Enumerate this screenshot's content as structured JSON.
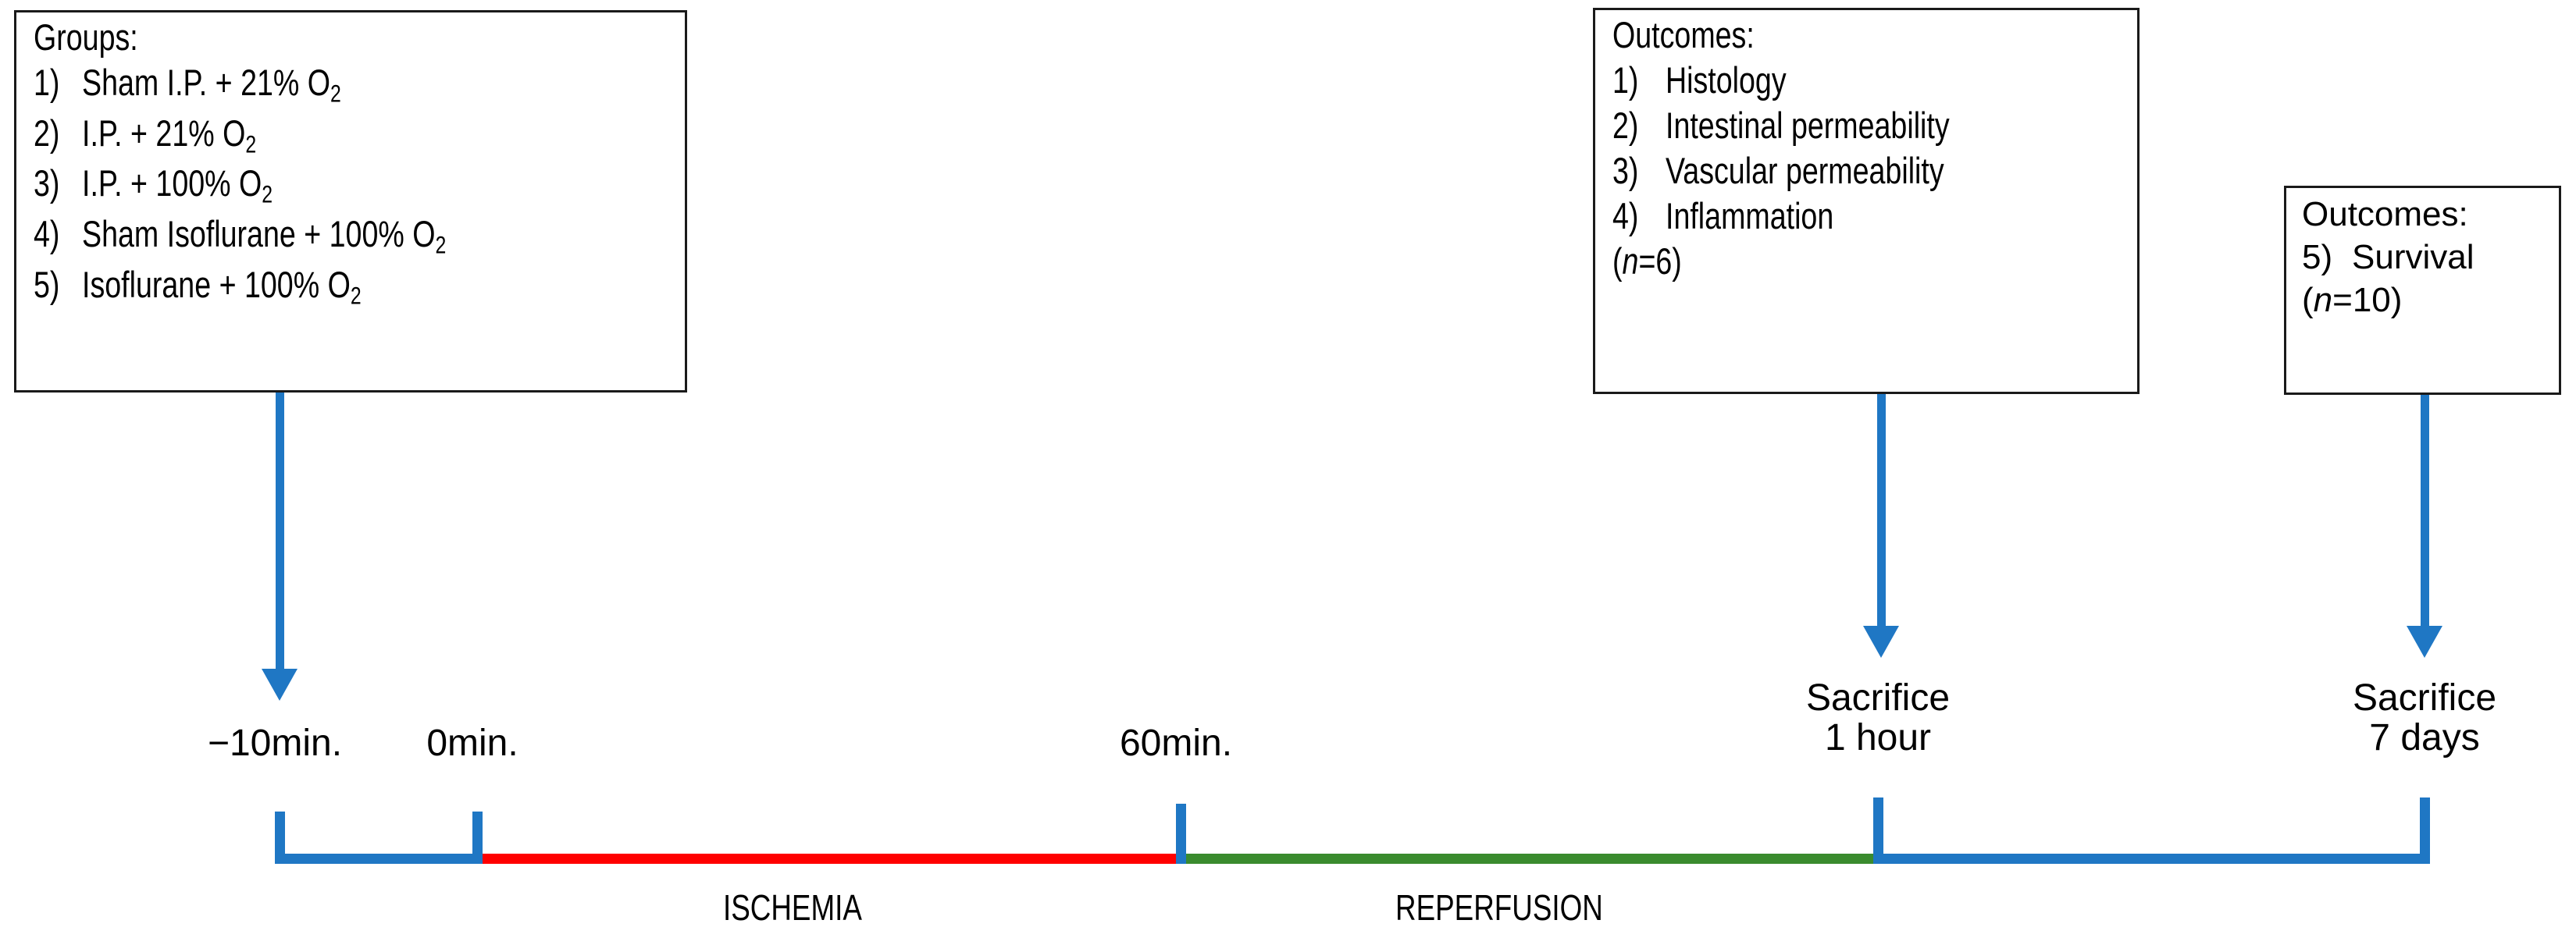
{
  "colors": {
    "arrow_blue": "#1f77c4",
    "timeline_blue": "#1f77c4",
    "ischemia_red": "#ff0000",
    "reperfusion_green": "#3a8b2e",
    "box_border": "#1a1a1a",
    "text": "#000000"
  },
  "groups_box": {
    "heading": "Groups:",
    "items": [
      {
        "num": "1)",
        "text": "Sham I.P. + 21% O",
        "sub": "2"
      },
      {
        "num": "2)",
        "text": "I.P. + 21% O",
        "sub": "2"
      },
      {
        "num": "3)",
        "text": "I.P. + 100% O",
        "sub": "2"
      },
      {
        "num": "4)",
        "text": "Sham Isoflurane + 100% O",
        "sub": "2"
      },
      {
        "num": "5)",
        "text": "Isoflurane + 100% O",
        "sub": "2"
      }
    ]
  },
  "outcomes_box": {
    "heading": "Outcomes:",
    "items": [
      {
        "num": "1)",
        "text": "Histology"
      },
      {
        "num": "2)",
        "text": "Intestinal permeability"
      },
      {
        "num": "3)",
        "text": "Vascular permeability"
      },
      {
        "num": "4)",
        "text": "Inflammation"
      }
    ],
    "n_prefix": "(",
    "n_symbol": "n",
    "n_value": "=6)"
  },
  "survival_box": {
    "heading": "Outcomes:",
    "items": [
      {
        "num": "5)",
        "text": "Survival"
      }
    ],
    "n_prefix": "(",
    "n_symbol": "n",
    "n_value": "=10)"
  },
  "timeline": {
    "time_labels": [
      {
        "id": "minus-10-min",
        "text": "−10min."
      },
      {
        "id": "zero-min",
        "text": "0min."
      },
      {
        "id": "sixty-min",
        "text": "60min."
      }
    ],
    "events": [
      {
        "id": "sacrifice-1-hour",
        "line1": "Sacrifice",
        "line2": "1 hour"
      },
      {
        "id": "sacrifice-7-days",
        "line1": "Sacrifice",
        "line2": "7 days"
      }
    ],
    "phases": [
      {
        "id": "ischemia",
        "label": "ISCHEMIA",
        "color": "#ff0000"
      },
      {
        "id": "reperfusion",
        "label": "REPERFUSION",
        "color": "#3a8b2e"
      }
    ]
  }
}
